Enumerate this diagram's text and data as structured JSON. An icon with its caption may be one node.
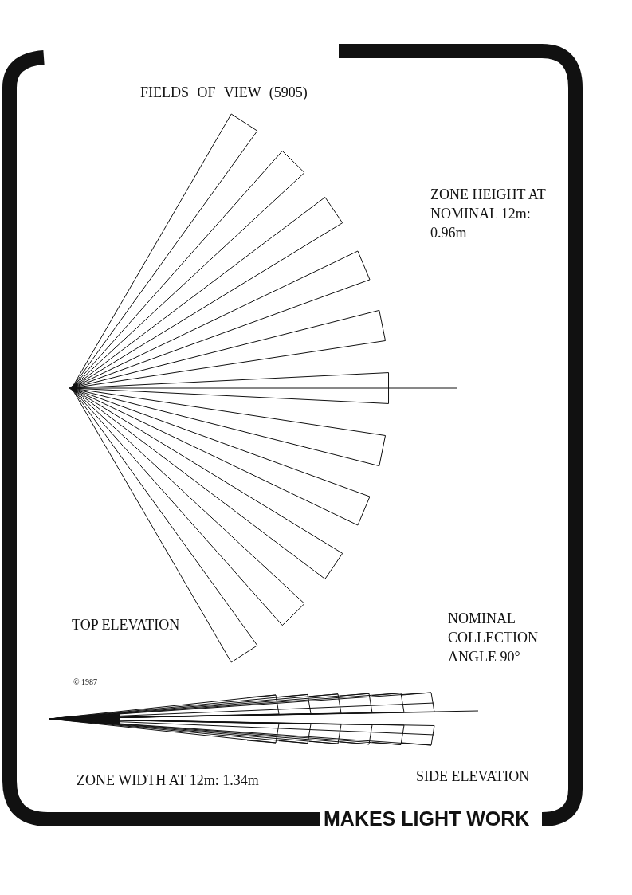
{
  "diagram": {
    "title": "FIELDS OF VIEW (5905)",
    "labels": [
      "ZONE HEIGHT AT NOMINAL 12m: 0.96m",
      "TOP ELEVATION",
      "NOMINAL COLLECTION ANGLE 90°",
      "© 1987",
      "ZONE WIDTH AT 12m: 1.34m",
      "SIDE ELEVATION",
      "MAKES LIGHT WORK"
    ]
  }
}
